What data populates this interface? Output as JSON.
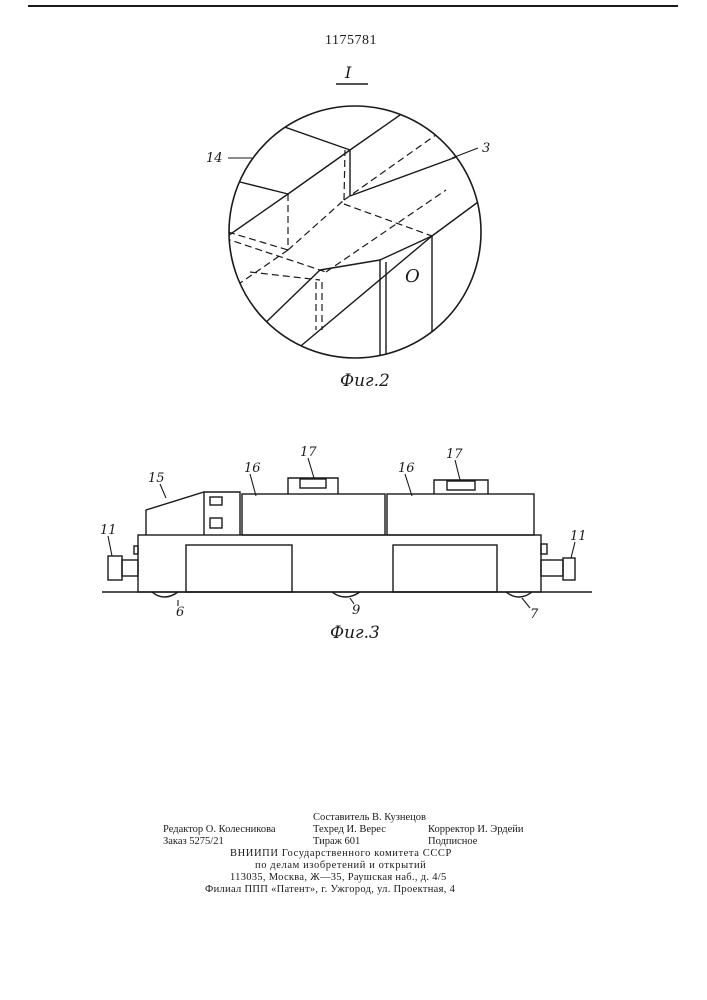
{
  "document": {
    "patent_number": "1175781",
    "figure2": {
      "detail_label": "I",
      "caption": "Фиг.2",
      "labels": {
        "l14": "14",
        "l3": "3",
        "lO": "O"
      }
    },
    "figure3": {
      "caption": "Фиг.3",
      "labels": {
        "l15": "15",
        "l16a": "16",
        "l16b": "16",
        "l17a": "17",
        "l17b": "17",
        "l11a": "11",
        "l11b": "11",
        "l6": "6",
        "l9": "9",
        "l7": "7"
      }
    },
    "footer": {
      "composer": "Составитель В. Кузнецов",
      "editor": "Редактор О. Колесникова",
      "techred": "Техред И. Верес",
      "corrector": "Корректор И. Эрдейи",
      "order": "Заказ 5275/21",
      "circulation": "Тираж 601",
      "subscription": "Подписное",
      "org_line1": "ВНИИПИ Государственного комитета СССР",
      "org_line2": "по делам изобретений и открытий",
      "address": "113035, Москва, Ж—35, Раушская наб., д. 4/5",
      "branch": "Филиал ППП «Патент», г. Ужгород, ул. Проектная, 4"
    }
  }
}
